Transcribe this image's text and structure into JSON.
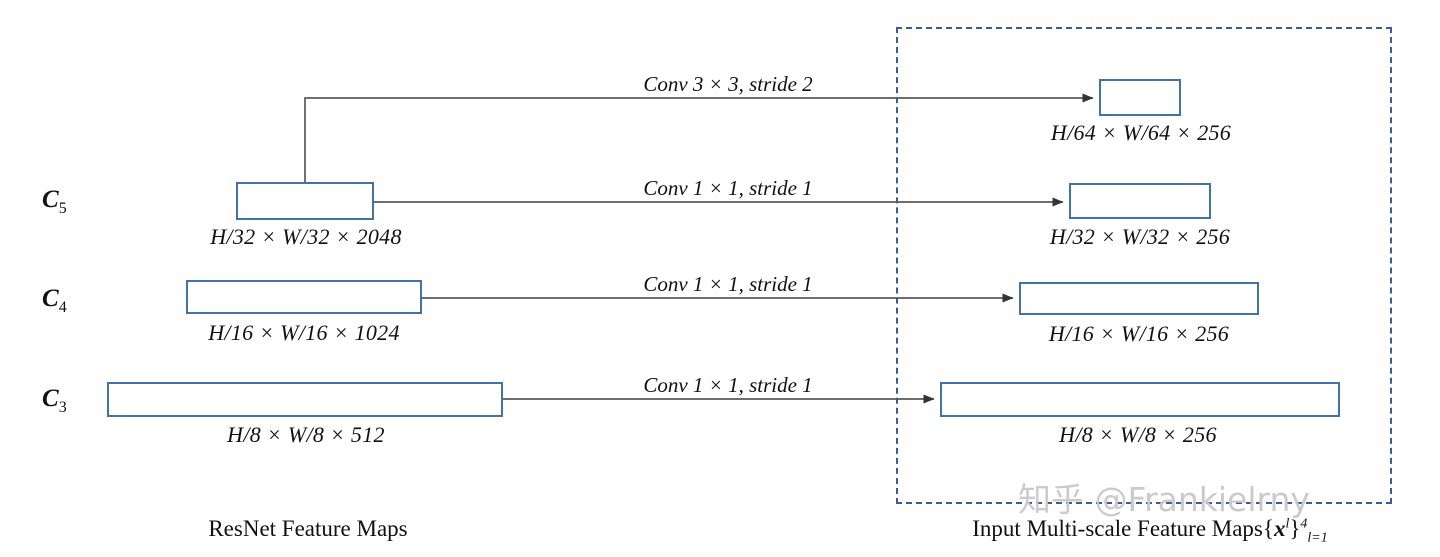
{
  "figure": {
    "left_caption": "ResNet Feature Maps",
    "right_caption_prefix": "Input Multi-scale Feature Maps",
    "right_caption_var": "x",
    "right_caption_sup_inner": "l",
    "right_caption_sup_outer": "4",
    "right_caption_sub": "l=1",
    "watermark": "知乎 @Frankielrny",
    "colors": {
      "box_border": "#4472a8",
      "dashed_border": "#3b5c9a",
      "wire": "#595959",
      "text": "#111111",
      "watermark": "#c9c9c9"
    }
  },
  "stages": [
    {
      "name": "C",
      "index": "5",
      "dims": "H/32 × W/32 × 2048"
    },
    {
      "name": "C",
      "index": "4",
      "dims": "H/16 × W/16 × 1024"
    },
    {
      "name": "C",
      "index": "3",
      "dims": "H/8 × W/8 × 512"
    }
  ],
  "outputs": [
    {
      "dims": "H/64 × W/64 × 256"
    },
    {
      "dims": "H/32 × W/32 × 256"
    },
    {
      "dims": "H/16 × W/16 × 256"
    },
    {
      "dims": "H/8 × W/8 × 256"
    }
  ],
  "connections": [
    {
      "label": "Conv 3 × 3, stride 2"
    },
    {
      "label": "Conv 1 × 1, stride 1"
    },
    {
      "label": "Conv 1 × 1, stride 1"
    },
    {
      "label": "Conv 1 × 1, stride 1"
    }
  ]
}
